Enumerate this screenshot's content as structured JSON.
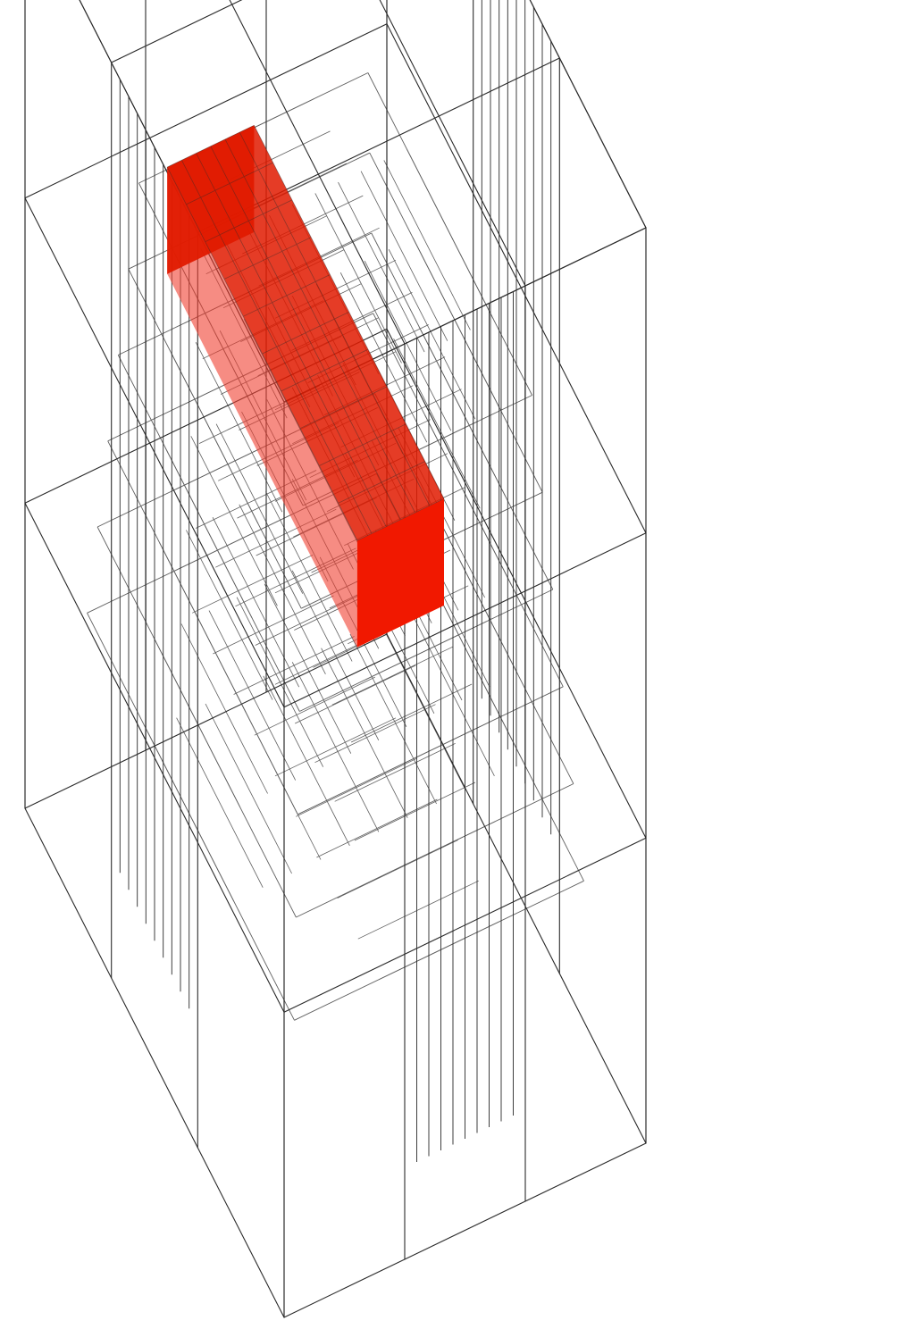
{
  "diagram": {
    "kind": "isometric-wireframe-grid",
    "mesh": {
      "outer_divisions": [
        3,
        3,
        3
      ],
      "refined_band_subdivisions": 10,
      "refined_layer_count": 6,
      "line_color": "#2a2a2a"
    },
    "highlight": {
      "shape": "rectangular-prism",
      "top_color": "#e01a00",
      "front_color": "#f11800",
      "side_color": "#f04030"
    }
  }
}
